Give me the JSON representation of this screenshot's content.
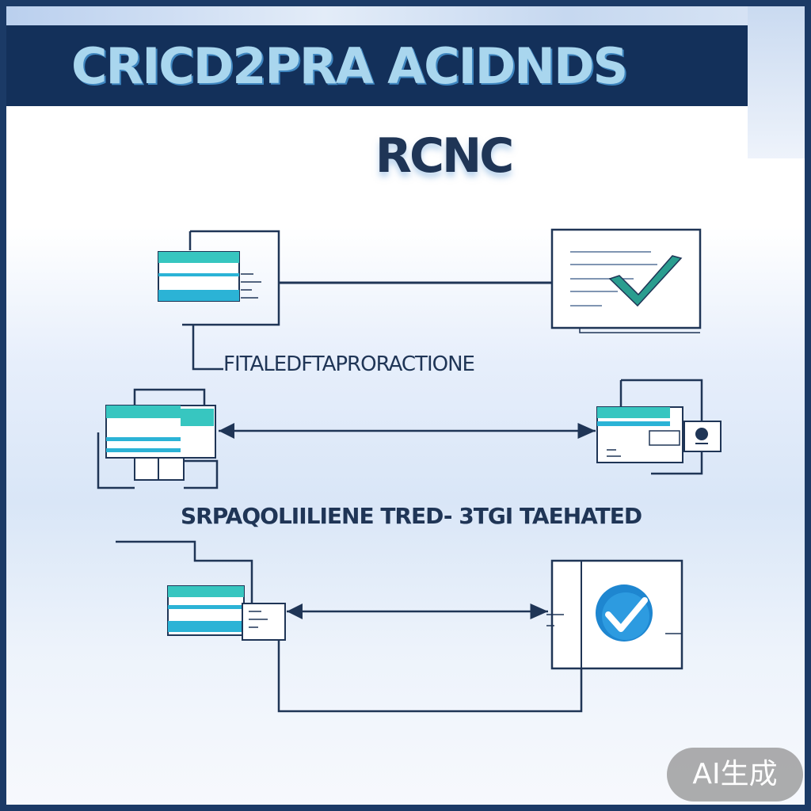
{
  "header": {
    "title": "CRICD2PRA ACIDNDS",
    "subtitle": "RCNC"
  },
  "labels": {
    "row1": "FITALEDFTAPRORACTIONE",
    "row2": "SRPAQOLIILIENE TRED- 3TGI TAEHATED"
  },
  "badge": {
    "text": "AI生成"
  },
  "colors": {
    "banner": "#13305a",
    "title_fill": "#a9d6ee",
    "line": "#1f3556",
    "teal": "#37c6c0",
    "cyan_bar": "#2bb3d6",
    "check_green": "#2a9d8f",
    "check_blue": "#1e86d0"
  },
  "icons": [
    "document-icon",
    "checkmark-icon",
    "blue-check-circle-icon",
    "server-card-icon"
  ]
}
